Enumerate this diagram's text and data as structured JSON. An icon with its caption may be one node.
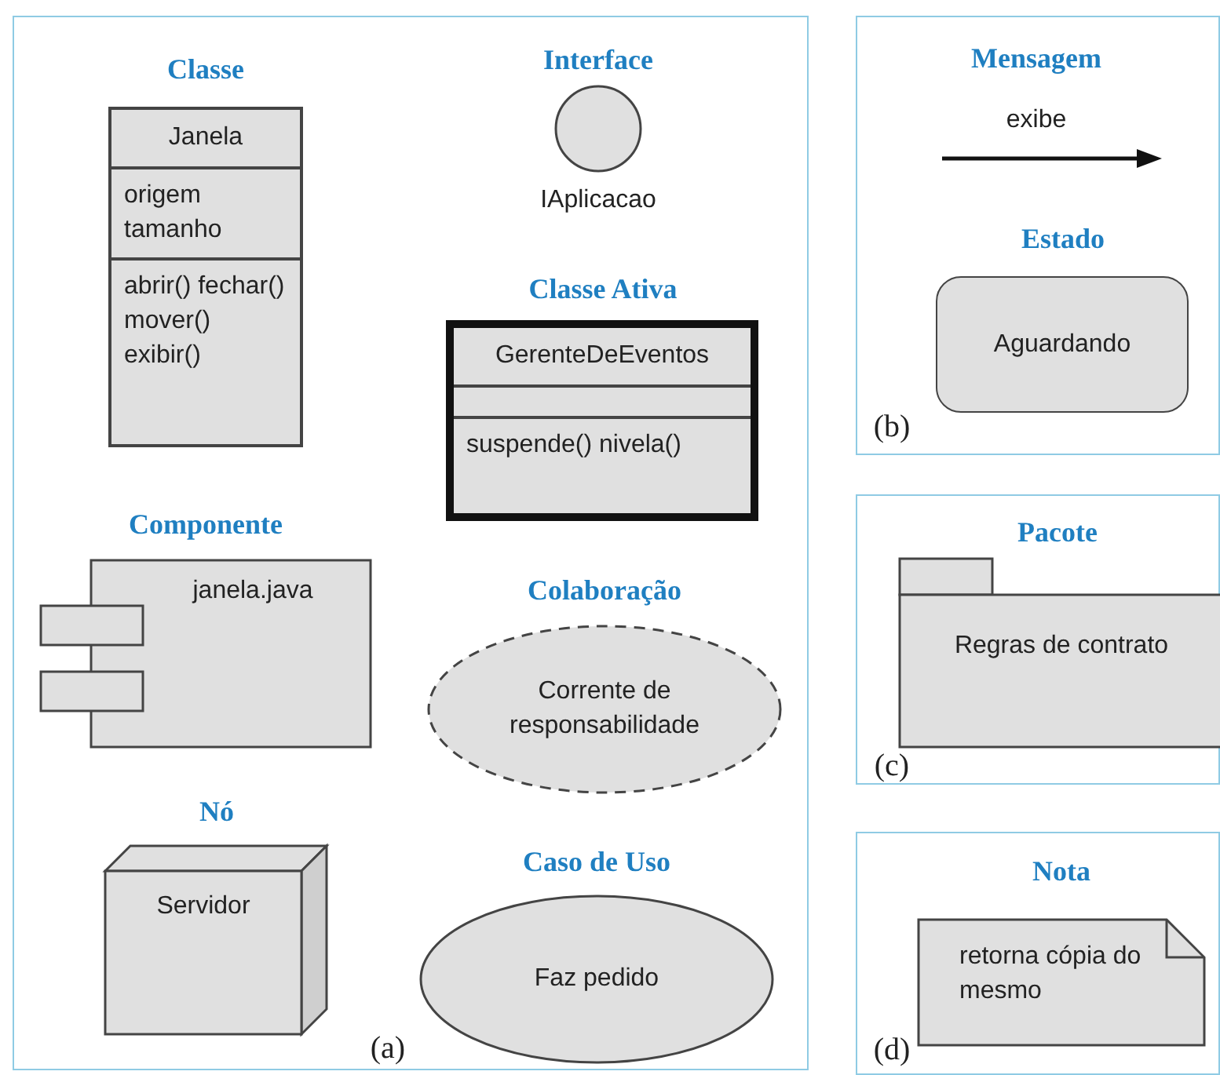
{
  "diagram": {
    "nodes": [
      {
        "text": [
          "(a)"
        ]
      },
      {
        "text": [
          "Classe",
          "Janela",
          "origem tamanho",
          "abrir() fechar() mover() exibir()"
        ],
        "in": 0
      },
      {
        "text": [
          "Interface",
          "IAplicacao"
        ],
        "in": 0
      },
      {
        "text": [
          "Classe Ativa",
          "GerenteDeEventos",
          "suspende() nivela()"
        ],
        "in": 0
      },
      {
        "text": [
          "Componente",
          "janela.java"
        ],
        "in": 0
      },
      {
        "text": [
          "Colaboração",
          "Corrente de responsabilidade"
        ],
        "in": 0
      },
      {
        "text": [
          "Nó",
          "Servidor"
        ],
        "in": 0
      },
      {
        "text": [
          "Caso de Uso",
          "Faz pedido"
        ],
        "in": 0
      },
      {
        "text": [
          "(b)"
        ]
      },
      {
        "text": [
          "Estado",
          "Aguardando"
        ],
        "in": 8
      },
      {
        "text": [
          "(c)"
        ]
      },
      {
        "text": [
          "Pacote",
          "Regras de contrato"
        ],
        "in": 10
      },
      {
        "text": [
          "(d)"
        ]
      },
      {
        "text": [
          "Nota",
          "retorna cópia do mesmo"
        ],
        "in": 12
      }
    ],
    "edges": [],
    "labels": [
      "Mensagem",
      "exibe"
    ]
  }
}
